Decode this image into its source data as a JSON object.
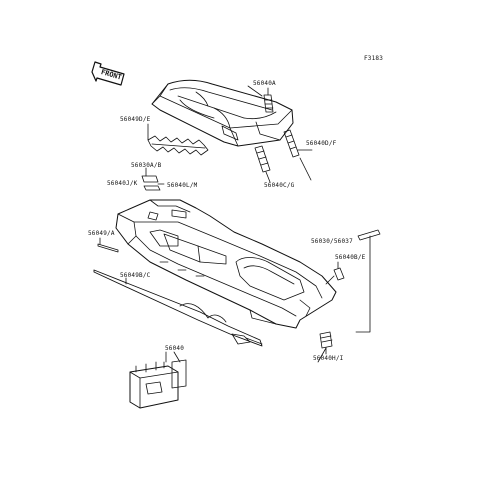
{
  "diagram": {
    "code": "F3183",
    "front_label": "FRONT",
    "parts": {
      "p56040A": "56040A",
      "p56049DE": "56049D/E",
      "p56030AB": "56030A/B",
      "p56040JK": "56040J/K",
      "p56040LM": "56040L/M",
      "p56040DF": "56040D/F",
      "p56040CG": "56040C/G",
      "p56049A": "56049/A",
      "p56049BC": "56049B/C",
      "p56030_56037": "56030/56037",
      "p56040BE": "56040B/E",
      "p56040": "56040",
      "p56040HI": "56040H/I"
    }
  }
}
